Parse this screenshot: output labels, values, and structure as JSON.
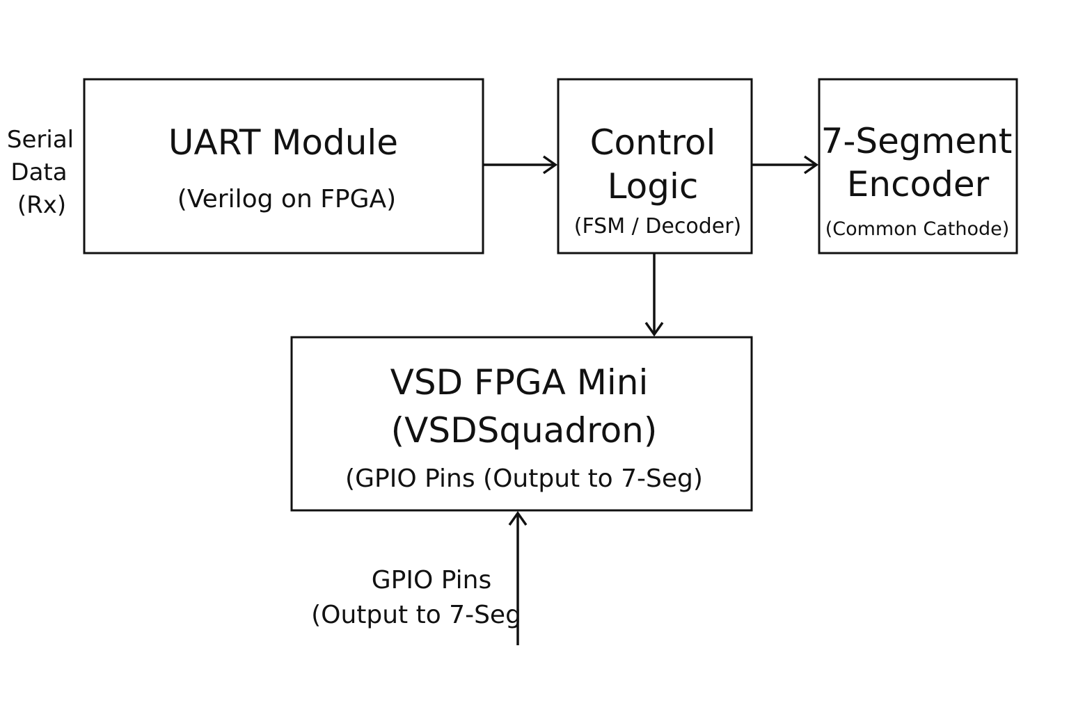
{
  "inputs": {
    "serial": {
      "lines": [
        "Serial",
        "Data",
        "(Rx)"
      ]
    },
    "gpio": {
      "lines": [
        "GPIO Pins",
        "(Output to 7-Seg"
      ]
    }
  },
  "blocks": {
    "uart": {
      "title": "UART Module",
      "subtitle": "(Verilog on FPGA)"
    },
    "control": {
      "title_line1": "Control",
      "title_line2": "Logic",
      "subtitle": "(FSM / Decoder)"
    },
    "encoder": {
      "title_line1": "7-Segment",
      "title_line2": "Encoder",
      "subtitle": "(Common Cathode)"
    },
    "fpga": {
      "title_line1": "VSD FPGA Mini",
      "title_line2": "(VSDSquadron)",
      "subtitle": "(GPIO Pins (Output to 7-Seg)"
    }
  },
  "colors": {
    "stroke": "#111111",
    "background": "#ffffff"
  }
}
